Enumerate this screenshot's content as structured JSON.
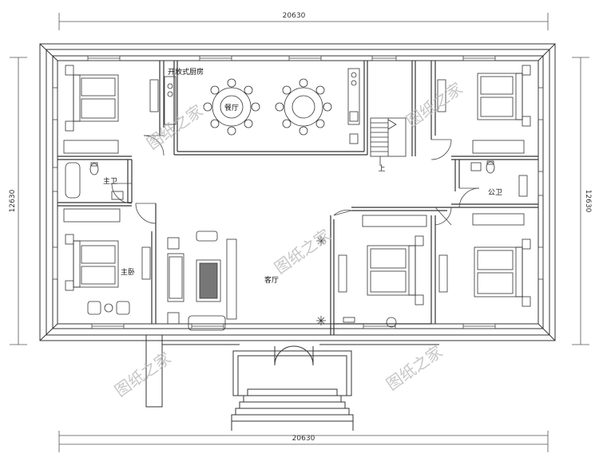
{
  "dimensions": {
    "top": "20630",
    "bottom": "20630",
    "left": "12630",
    "right": "12630"
  },
  "rooms": {
    "open_kitchen": "开放式厨房",
    "dining": "餐厅",
    "master_bath": "主卫",
    "public_bath": "公卫",
    "master_bedroom": "主卧",
    "living_room": "客厅"
  },
  "stair_mark": "上",
  "watermark": "图纸之家"
}
